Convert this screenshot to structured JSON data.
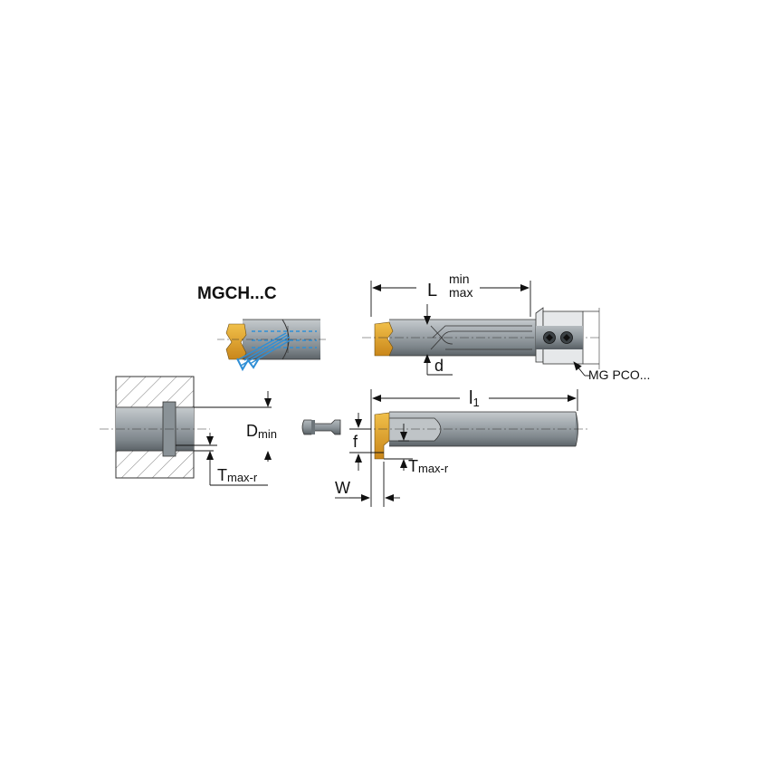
{
  "title": "MGCH...C",
  "labels": {
    "L": "L",
    "min": "min",
    "max": "max",
    "d": "d",
    "holder": "MG PCO...",
    "l1": "l",
    "l1_sub": "1",
    "Dmin_main": "D",
    "Dmin_sub": "min",
    "f": "f",
    "W": "W",
    "Tmax_main": "T",
    "Tmax_sub": "max-r"
  },
  "colors": {
    "tool_body": "#9aa1a6",
    "tool_dark": "#5f676c",
    "insert": "#e3a221",
    "coolant": "#2f8fd6",
    "line": "#111111"
  }
}
